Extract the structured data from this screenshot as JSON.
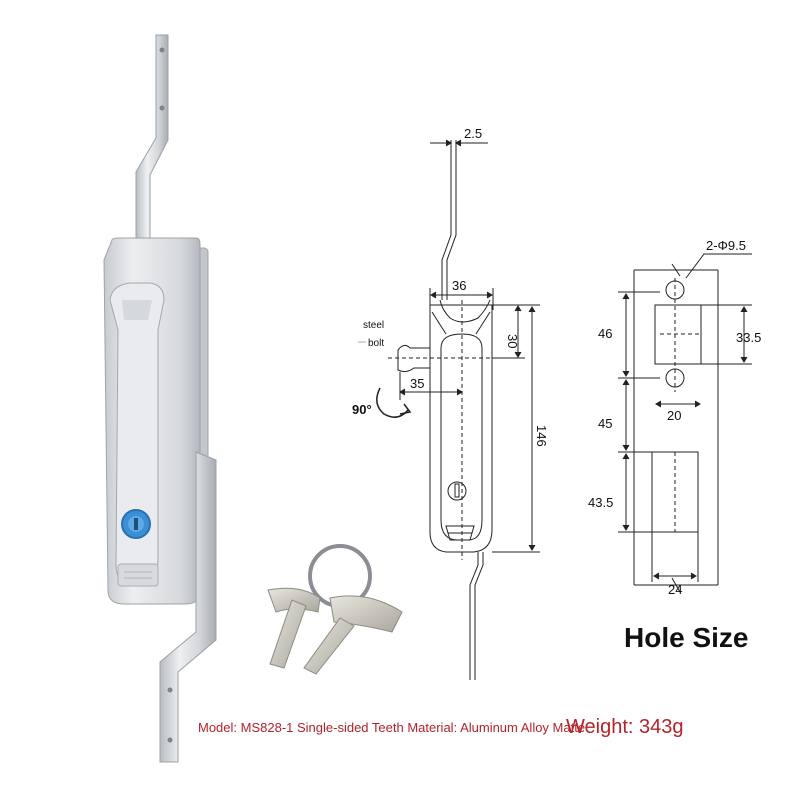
{
  "labels": {
    "hole_title": "Hole Size",
    "caption": "Model: MS828-1 Single-sided Teeth Material: Aluminum Alloy Matte",
    "weight": "Weight: 343g",
    "steel": "steel",
    "bolt": "bolt",
    "angle": "90°"
  },
  "dims": {
    "thickness": "2.5",
    "width": "36",
    "handle_top": "30",
    "offset": "35",
    "height": "146",
    "holes": "2-Φ9.5",
    "h46": "46",
    "h33_5": "33.5",
    "w20": "20",
    "h45": "45",
    "h43_5": "43.5",
    "w24": "24"
  },
  "colors": {
    "caption": "#b3232a",
    "lock_blue": "#3b8fd6",
    "metal": "#d9dcdf"
  }
}
